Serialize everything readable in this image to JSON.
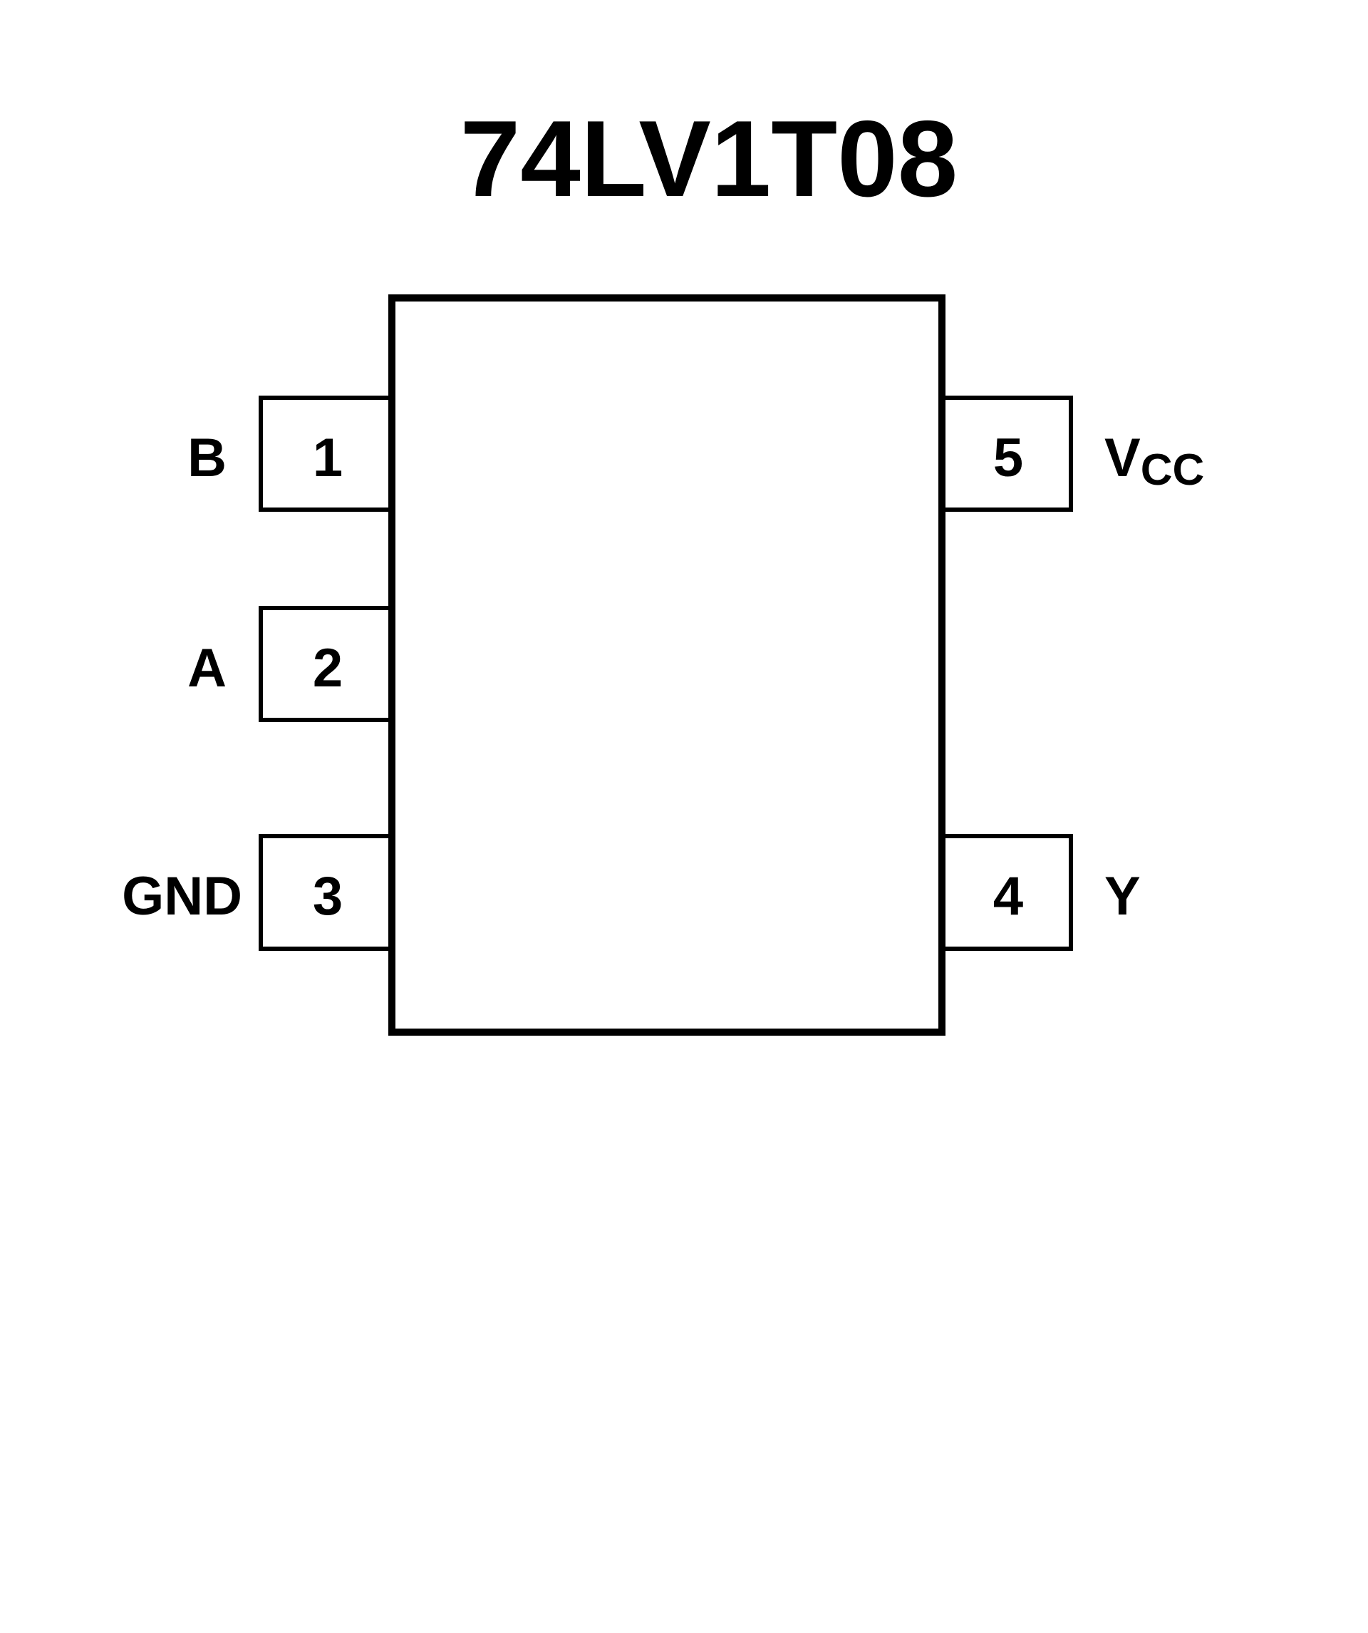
{
  "title": "74LV1T08",
  "colors": {
    "stroke": "#000000",
    "background": "#ffffff",
    "text": "#000000"
  },
  "pins": [
    {
      "number": "1",
      "name": "B",
      "side": "left"
    },
    {
      "number": "2",
      "name": "A",
      "side": "left"
    },
    {
      "number": "3",
      "name": "GND",
      "side": "left"
    },
    {
      "number": "4",
      "name": "Y",
      "side": "right"
    },
    {
      "number": "5",
      "name": "VCC",
      "name_main": "V",
      "name_sub": "CC",
      "side": "right"
    }
  ]
}
